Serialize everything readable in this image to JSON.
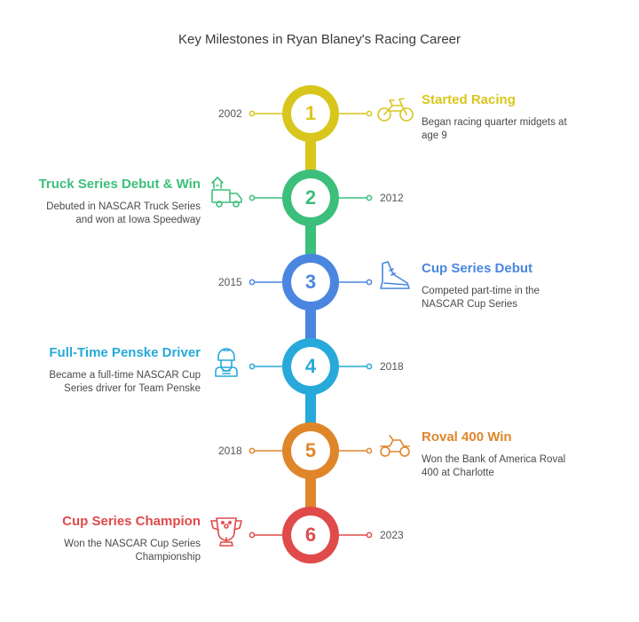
{
  "title": "Key Milestones in Ryan Blaney's Racing Career",
  "milestones": [
    {
      "num": "1",
      "year": "2002",
      "heading": "Started Racing",
      "desc": "Began racing quarter midgets at age 9",
      "color": "#d9c61c",
      "side": "right",
      "icon": "dirt-bike-icon"
    },
    {
      "num": "2",
      "year": "2012",
      "heading": "Truck Series Debut & Win",
      "desc": "Debuted in NASCAR Truck Series and won at Iowa Speedway",
      "color": "#3cbf7a",
      "side": "left",
      "icon": "truck-icon"
    },
    {
      "num": "3",
      "year": "2015",
      "heading": "Cup Series Debut",
      "desc": "Competed part-time in the NASCAR Cup Series",
      "color": "#4a86e0",
      "side": "right",
      "icon": "sneaker-icon"
    },
    {
      "num": "4",
      "year": "2018",
      "heading": "Full-Time Penske Driver",
      "desc": "Became a full-time NASCAR Cup Series driver for Team Penske",
      "color": "#27a9d9",
      "side": "left",
      "icon": "driver-icon"
    },
    {
      "num": "5",
      "year": "2018",
      "heading": "Roval 400 Win",
      "desc": "Won the Bank of America Roval 400 at Charlotte",
      "color": "#e0862a",
      "side": "right",
      "icon": "go-kart-icon"
    },
    {
      "num": "6",
      "year": "2023",
      "heading": "Cup Series Champion",
      "desc": "Won the NASCAR Cup Series Championship",
      "color": "#e04a4a",
      "side": "left",
      "icon": "trophy-icon"
    }
  ]
}
